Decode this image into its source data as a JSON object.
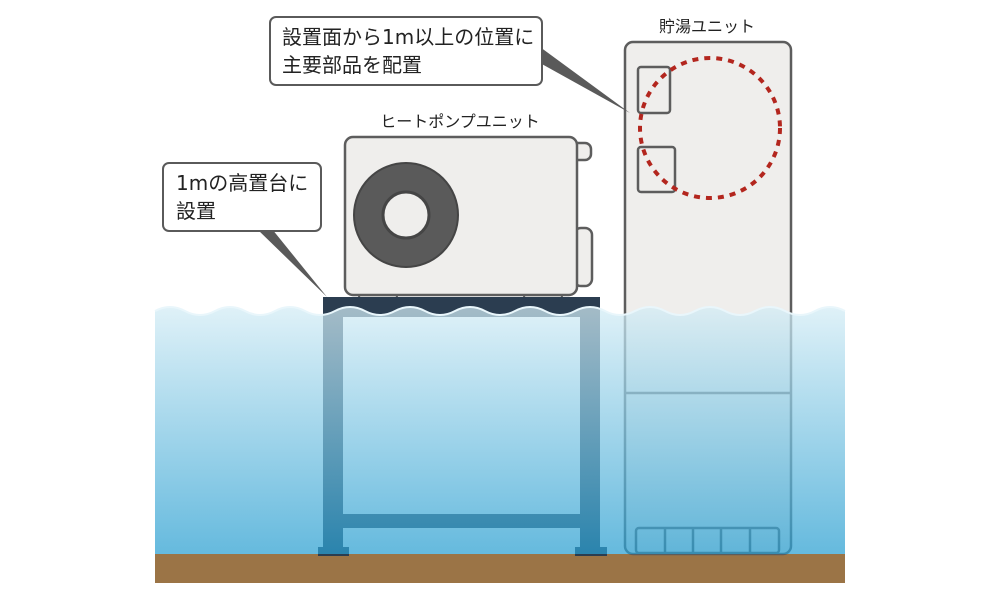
{
  "heat_pump": {
    "label": "ヒートポンプユニット"
  },
  "tank": {
    "label": "貯湯ユニット"
  },
  "callout_top": {
    "line1": "設置面から1m以上の位置に",
    "line2": "主要部品を配置"
  },
  "callout_left": {
    "line1": "1mの高置台に",
    "line2": "設置"
  },
  "colors": {
    "unit_body": "#efeeec",
    "unit_stroke": "#5d5d5d",
    "fan": "#5a5a5a",
    "stand": "#2b3d50",
    "water_top": "#d3ecf5",
    "water_bottom": "#2a9fd1",
    "ground": "#9b7446",
    "highlight_circle": "#b3261e",
    "callout_stroke": "#5a5a5a",
    "callout_fill": "#ffffff"
  }
}
